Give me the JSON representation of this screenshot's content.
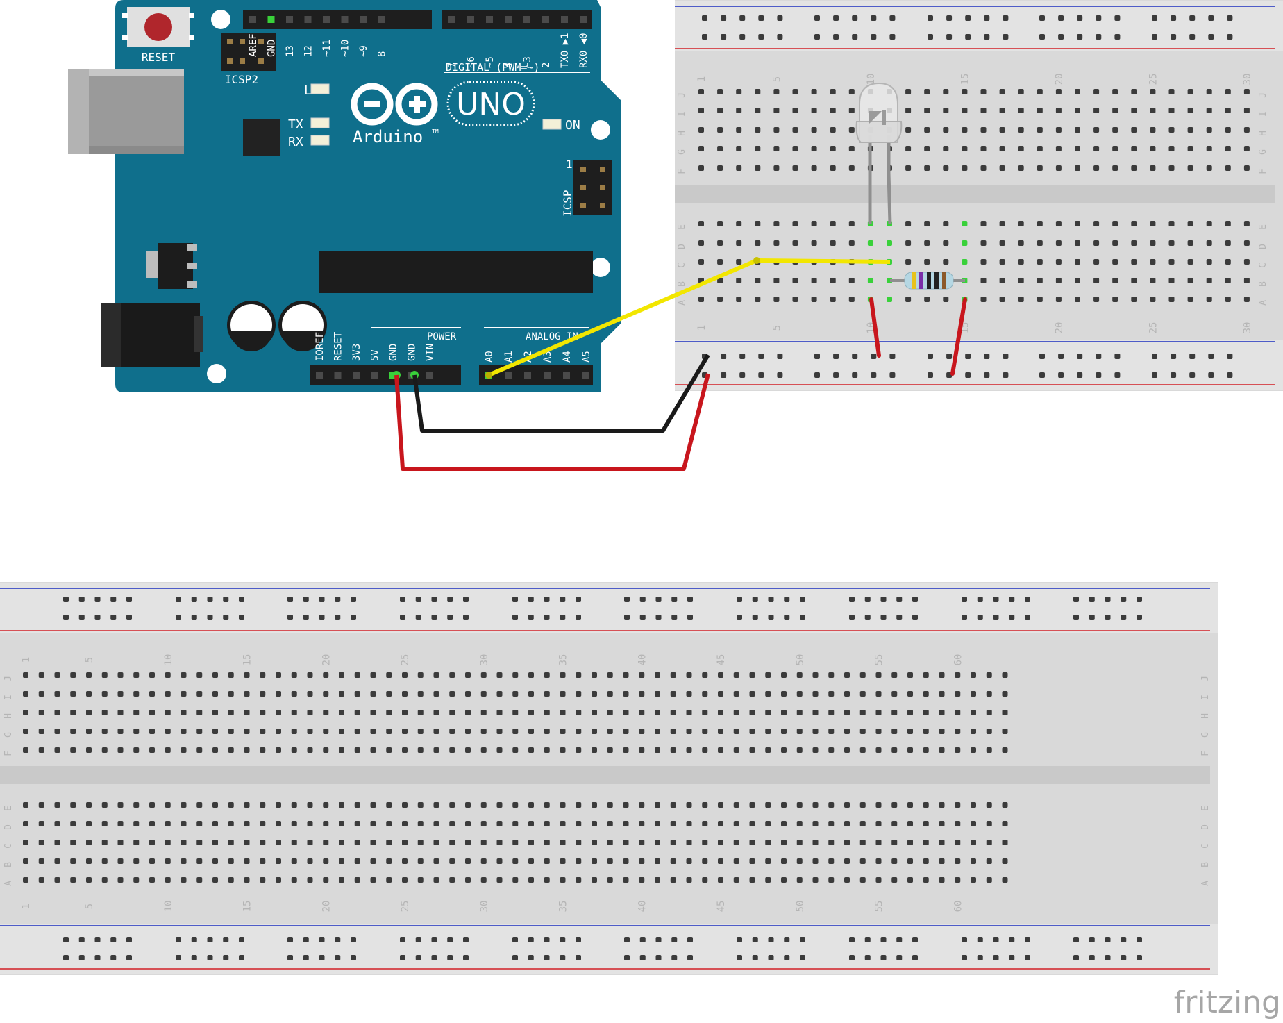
{
  "arduino": {
    "reset_label": "RESET",
    "icsp2_label": "ICSP2",
    "icsp_label": "ICSP",
    "icsp_pin1": "1",
    "l_label": "L",
    "tx_label": "TX",
    "rx_label": "RX",
    "on_label": "ON",
    "brand_uno": "UNO",
    "brand_name": "Arduino",
    "brand_tm": "TM",
    "digital_label": "DIGITAL (PWM=~)",
    "power_label": "POWER",
    "analog_label": "ANALOG IN",
    "digital_pins_left": [
      "AREF",
      "GND",
      "13",
      "12",
      "~11",
      "~10",
      "~9",
      "8"
    ],
    "digital_pins_right": [
      "7",
      "~6",
      "~5",
      "4",
      "~3",
      "2",
      "TX0 ▶1",
      "RX0 ◀0"
    ],
    "power_pins": [
      "IOREF",
      "RESET",
      "3V3",
      "5V",
      "GND",
      "GND",
      "VIN"
    ],
    "analog_pins": [
      "A0",
      "A1",
      "A2",
      "A3",
      "A4",
      "A5"
    ]
  },
  "breadboard_small": {
    "row_letters_top": [
      "J",
      "I",
      "H",
      "G",
      "F"
    ],
    "row_letters_bottom": [
      "E",
      "D",
      "C",
      "B",
      "A"
    ],
    "column_numbers": [
      "1",
      "5",
      "10",
      "15",
      "20",
      "25",
      "30"
    ]
  },
  "breadboard_large": {
    "row_letters_top": [
      "J",
      "I",
      "H",
      "G",
      "F"
    ],
    "row_letters_bottom": [
      "E",
      "D",
      "C",
      "B",
      "A"
    ],
    "column_numbers": [
      "1",
      "5",
      "10",
      "15",
      "20",
      "25",
      "30",
      "35",
      "40",
      "45",
      "50",
      "55",
      "60"
    ]
  },
  "components": {
    "led": "led-5mm-clear",
    "resistor_bands": [
      "#e8c21c",
      "#7b2ea8",
      "#222222",
      "#222222",
      "#8b5a2b"
    ]
  },
  "wires": [
    {
      "color": "#f2e600",
      "from": "A0",
      "to": "breadboard-small C11"
    },
    {
      "color": "#c8161d",
      "from": "5V",
      "to": "breadboard-small power-rail-plus"
    },
    {
      "color": "#1a1a1a",
      "from": "GND",
      "to": "breadboard-small power-rail-minus"
    },
    {
      "color": "#c8161d",
      "from": "breadboard-small A10",
      "to": "breadboard-small power-rail"
    },
    {
      "color": "#c8161d",
      "from": "breadboard-small A15",
      "to": "breadboard-small power-rail"
    }
  ],
  "colors": {
    "board": "#0f6f8c",
    "breadboard": "#d9d9d9",
    "rail_red": "#d21f26",
    "rail_blue": "#1d2fbf",
    "hole_active": "#39d13a"
  },
  "watermark": "fritzing"
}
